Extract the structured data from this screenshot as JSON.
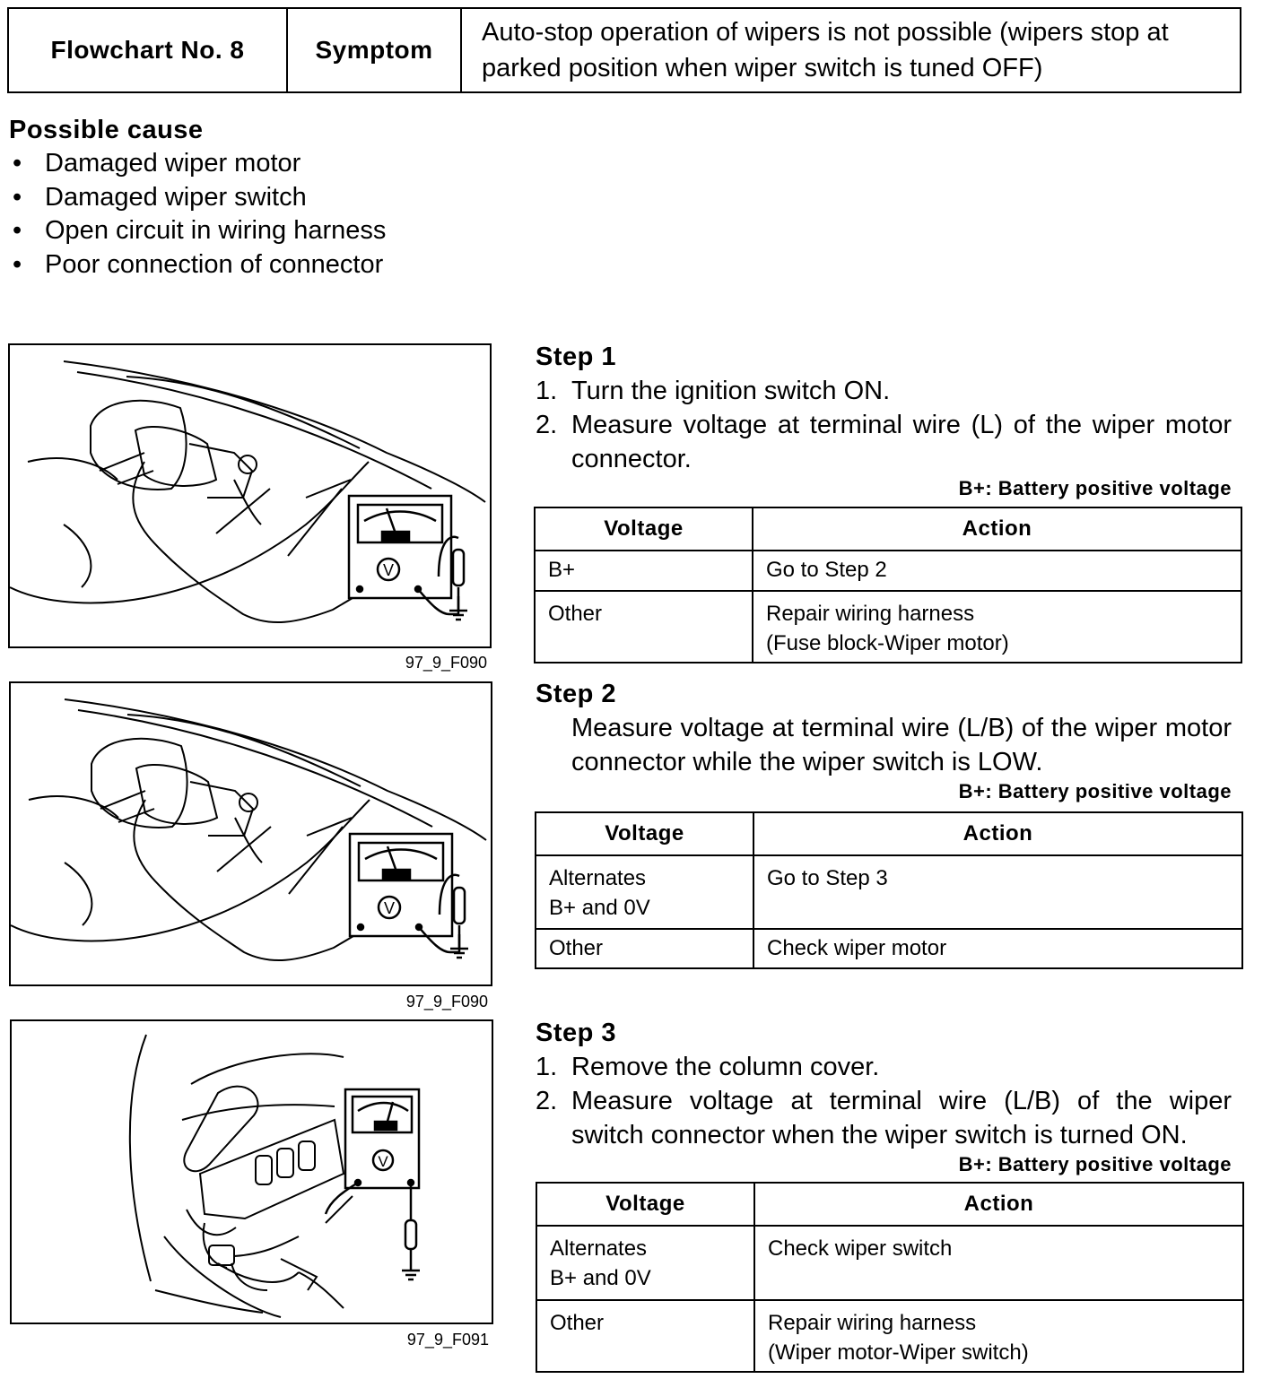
{
  "header": {
    "flowchart": "Flowchart No. 8",
    "symptom_label": "Symptom",
    "symptom_text": "Auto-stop operation of wipers is not possible (wipers stop at parked position when wiper switch is tuned OFF)"
  },
  "possible_cause": {
    "title": "Possible cause",
    "items": [
      "Damaged wiper motor",
      "Damaged wiper switch",
      "Open circuit in wiring harness",
      "Poor connection of connector"
    ]
  },
  "figures": [
    {
      "caption": "97_9_F090"
    },
    {
      "caption": "97_9_F090"
    },
    {
      "caption": "97_9_F091"
    }
  ],
  "meter_symbol": "V",
  "steps": [
    {
      "title": "Step 1",
      "lines": [
        {
          "n": "1.",
          "t": "Turn the ignition switch ON."
        },
        {
          "n": "2.",
          "t": "Measure voltage at terminal wire (L) of the wiper motor connector."
        }
      ],
      "note": "B+: Battery positive voltage",
      "table": {
        "headers": [
          "Voltage",
          "Action"
        ],
        "rows": [
          {
            "voltage": "B+",
            "action": "Go to Step 2",
            "action2": ""
          },
          {
            "voltage": "Other",
            "action": "Repair wiring harness",
            "action2": "(Fuse block-Wiper motor)"
          }
        ]
      }
    },
    {
      "title": "Step 2",
      "text": "Measure voltage at terminal wire (L/B) of the wiper motor connector while the wiper switch is LOW.",
      "note": "B+: Battery positive voltage",
      "table": {
        "headers": [
          "Voltage",
          "Action"
        ],
        "rows": [
          {
            "voltage": "Alternates",
            "voltage2": "B+ and 0V",
            "action": "Go to Step 3"
          },
          {
            "voltage": "Other",
            "voltage2": "",
            "action": "Check wiper motor"
          }
        ]
      }
    },
    {
      "title": "Step 3",
      "lines": [
        {
          "n": "1.",
          "t": "Remove the column cover."
        },
        {
          "n": "2.",
          "t": "Measure voltage at terminal wire (L/B) of the wiper switch connector when the wiper switch is turned ON."
        }
      ],
      "note": "B+: Battery positive voltage",
      "table": {
        "headers": [
          "Voltage",
          "Action"
        ],
        "rows": [
          {
            "voltage": "Alternates",
            "voltage2": "B+ and 0V",
            "action": "Check wiper switch",
            "action2": ""
          },
          {
            "voltage": "Other",
            "voltage2": "",
            "action": "Repair wiring harness",
            "action2": "(Wiper motor-Wiper switch)"
          }
        ]
      }
    }
  ]
}
